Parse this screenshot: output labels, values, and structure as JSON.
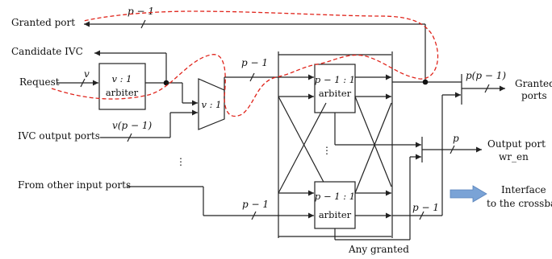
{
  "labels": {
    "granted_port": "Granted port",
    "candidate_ivc": "Candidate IVC",
    "request": "Request",
    "ivc_output_ports": "IVC output ports",
    "from_other_input_ports": "From other input ports",
    "output_port_line1": "Output port",
    "output_port_line2": "wr_en",
    "granted_ports_line1": "Granted",
    "granted_ports_line2": "ports",
    "interface_line1": "Interface",
    "interface_line2": "to the crossbar",
    "any_granted": "Any granted"
  },
  "widths": {
    "top_bus": "p − 1",
    "request_bus": "v",
    "ivc_bus": "v(p − 1)",
    "mux_out_bus": "p − 1",
    "granted_bus": "p(p − 1)",
    "output_bus": "p",
    "lower_in_bus": "p − 1",
    "lower_out_bus": "p − 1"
  },
  "blocks": {
    "arbiter_v_line1": "v : 1",
    "arbiter_v_line2": "arbiter",
    "mux": "v : 1",
    "arbiter_top_line1": "p − 1 : 1",
    "arbiter_top_line2": "arbiter",
    "arbiter_bottom_line1": "p − 1 : 1",
    "arbiter_bottom_line2": "arbiter"
  },
  "ellipses": {
    "left": "⋮",
    "middle": "⋮"
  },
  "colors": {
    "wire": "#222222",
    "critical_path": "#e0241b",
    "interface_arrow": "#7aa3d6"
  }
}
